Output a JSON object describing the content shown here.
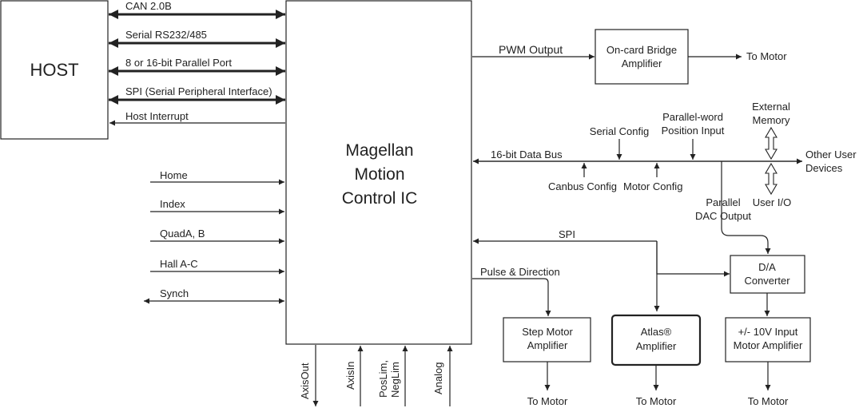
{
  "blocks": {
    "host": "HOST",
    "ic": [
      "Magellan",
      "Motion",
      "Control IC"
    ],
    "bridge": [
      "On-card Bridge",
      "Amplifier"
    ],
    "dac": [
      "D/A",
      "Converter"
    ],
    "step": [
      "Step Motor",
      "Amplifier"
    ],
    "atlas": [
      "Atlas®",
      "Amplifier"
    ],
    "analog_amp": [
      "+/- 10V Input",
      "Motor Amplifier"
    ]
  },
  "host_links": {
    "can": "CAN 2.0B",
    "serial": "Serial RS232/485",
    "parallel": "8 or 16-bit Parallel Port",
    "spi": "SPI (Serial Peripheral Interface)",
    "interrupt": "Host Interrupt"
  },
  "inputs": {
    "home": "Home",
    "index": "Index",
    "quad": "QuadA, B",
    "hall": "Hall A-C",
    "synch": "Synch"
  },
  "bottom_signals": {
    "axisout": "AxisOut",
    "axisin": "AxisIn",
    "poslim": [
      "PosLim,",
      "NegLim"
    ],
    "analog": "Analog"
  },
  "bus": {
    "pwm": "PWM Output",
    "to_motor": "To Motor",
    "data_bus": "16-bit Data Bus",
    "serial_config": "Serial Config",
    "parallel_word": [
      "Parallel-word",
      "Position Input"
    ],
    "external_memory": [
      "External",
      "Memory"
    ],
    "other_user": [
      "Other User",
      "Devices"
    ],
    "canbus_config": "Canbus Config",
    "motor_config": "Motor Config",
    "parallel_dac": [
      "Parallel",
      "DAC Output"
    ],
    "user_io": "User I/O",
    "spi": "SPI",
    "pulse_dir": "Pulse & Direction"
  }
}
